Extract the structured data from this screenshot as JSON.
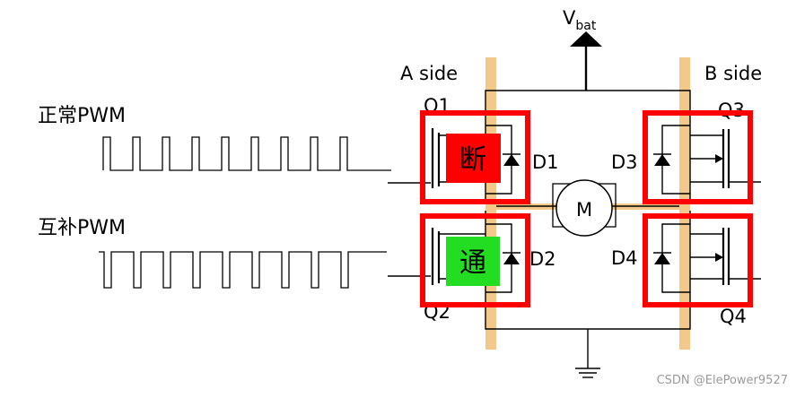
{
  "labels": {
    "vbat_main": "V",
    "vbat_sub": "bat",
    "a_side": "A side",
    "b_side": "B side",
    "q1": "Q1",
    "q2": "Q2",
    "q3": "Q3",
    "q4": "Q4",
    "d1": "D1",
    "d2": "D2",
    "d3": "D3",
    "d4": "D4",
    "motor": "M",
    "normal_pwm": "正常PWM",
    "complementary_pwm": "互补PWM",
    "off_tag": "断",
    "on_tag": "通"
  },
  "watermark": "CSDN @ElePower9527",
  "colors": {
    "highlight_box": "#ff0000",
    "off_tag_bg": "#ff0000",
    "on_tag_bg": "#22dd22",
    "rail": "#f2c98a",
    "wire": "#000000"
  },
  "waves": {
    "normal_pulse_count": 9,
    "complementary_pulse_count": 9
  }
}
